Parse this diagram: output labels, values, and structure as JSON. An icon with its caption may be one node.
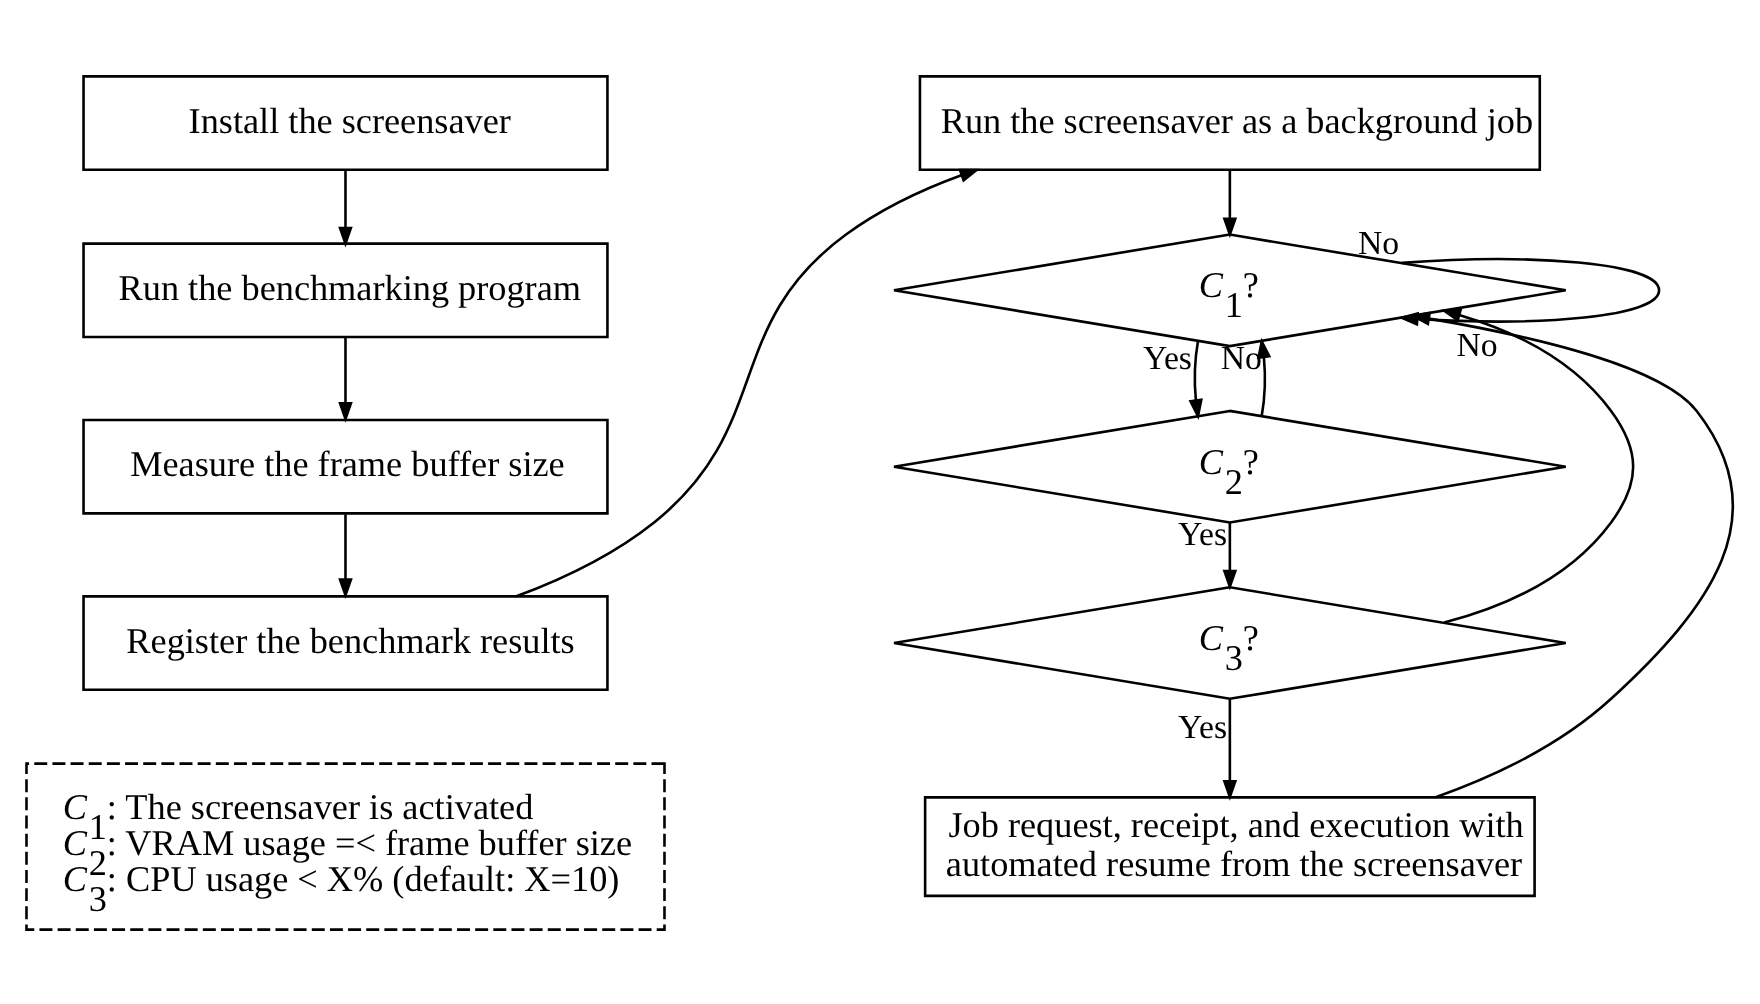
{
  "diagram": {
    "nodes": [
      {
        "text": [
          "Install the screensaver"
        ]
      },
      {
        "text": [
          "Run the benchmarking program"
        ]
      },
      {
        "text": [
          "Measure the frame buffer size"
        ]
      },
      {
        "text": [
          "Register the benchmark results"
        ]
      },
      {
        "text": [
          "Run the screensaver as a background job"
        ]
      },
      {
        "text": [
          "*C*$_{1}$?"
        ]
      },
      {
        "text": [
          "*C*$_{2}$?"
        ]
      },
      {
        "text": [
          "*C*$_{3}$?"
        ]
      },
      {
        "text": [
          "Job request, receipt, and execution with automated resume from the screensaver"
        ]
      },
      {
        "text": [
          "*C*$_{1}$: The screensaver is activated",
          "*C*$_{2}$: VRAM usage =< frame buffer size",
          "*C*$_{3}$: CPU usage < X% (default: X=10)"
        ]
      }
    ],
    "edges": [
      {
        "from": 0,
        "to": 1,
        "arrow": "to"
      },
      {
        "from": 1,
        "to": 2,
        "arrow": "to"
      },
      {
        "from": 2,
        "to": 3,
        "arrow": "to"
      },
      {
        "from": 3,
        "to": 4,
        "arrow": "to"
      },
      {
        "from": 4,
        "to": 5,
        "arrow": "to"
      },
      {
        "from": 5,
        "to": 6,
        "arrow": "to",
        "label": "Yes"
      },
      {
        "from": 6,
        "to": 7,
        "arrow": "to",
        "label": "Yes"
      },
      {
        "from": 7,
        "to": 8,
        "arrow": "to",
        "label": "Yes"
      },
      {
        "from": 5,
        "to": 5,
        "arrow": "to",
        "label": "No"
      },
      {
        "from": 6,
        "to": 5,
        "arrow": "to",
        "label": "No"
      },
      {
        "from": 7,
        "to": 5,
        "arrow": "to",
        "label": "No"
      },
      {
        "from": 8,
        "to": 5,
        "arrow": "to"
      }
    ]
  }
}
